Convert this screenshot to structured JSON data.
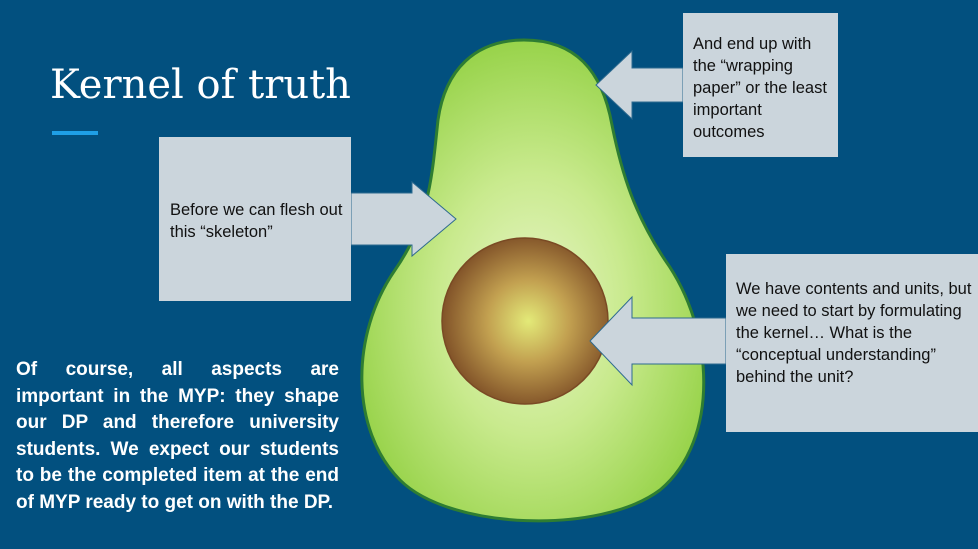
{
  "slide": {
    "title": "Kernel of truth",
    "callouts": {
      "skeleton": "Before we can flesh out this “skeleton”",
      "wrapping": "And end up with the “wrapping paper” or the least important outcomes",
      "kernel": "We have contents and units, but we need to start by formulating the kernel… What is the “conceptual understanding” behind the unit?"
    },
    "body": "Of course, all aspects are important in the MYP: they shape our DP and therefore university students. We expect our students to be the completed item at the end of MYP ready to get on with the DP."
  },
  "colors": {
    "background": "#02507f",
    "accent_rule": "#1f9fe6",
    "callout_fill": "#cbd5dc",
    "avocado_flesh": "#9fd65a",
    "avocado_edge": "#2e7d32",
    "pit_outer": "#7a4a24"
  }
}
